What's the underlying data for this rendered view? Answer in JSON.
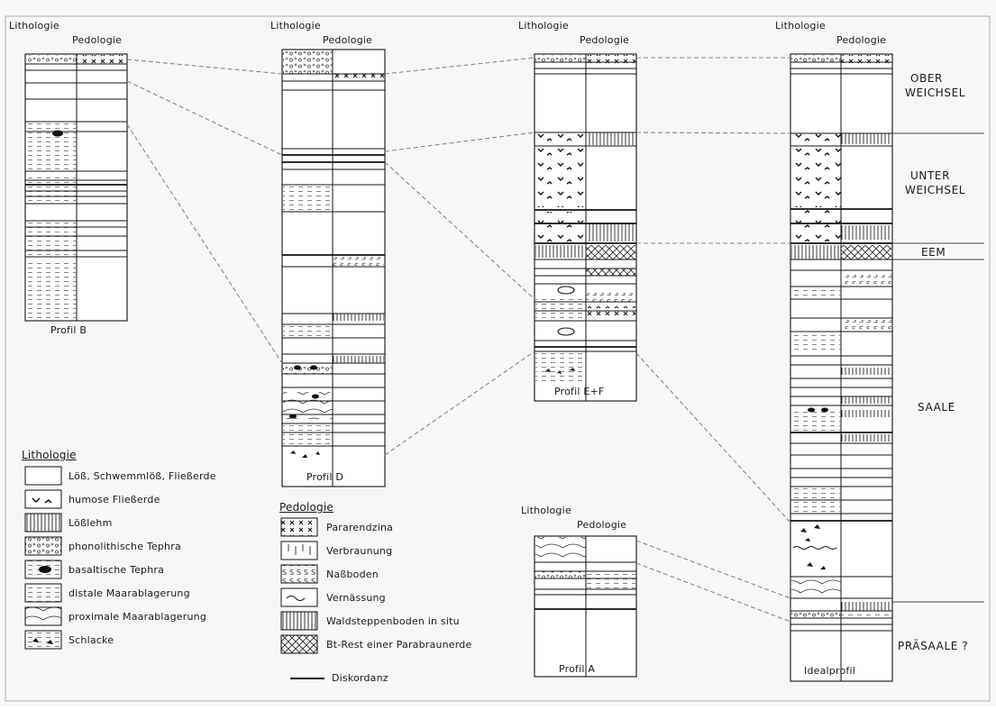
{
  "headers": {
    "lithologie": "Lithologie",
    "pedologie": "Pedologie"
  },
  "profiles": {
    "B": "Profil B",
    "D": "Profil D",
    "EF": "Profil E+F",
    "A": "Profil A",
    "ideal": "Idealprofil"
  },
  "stages": {
    "ober": [
      "OBER",
      "WEICHSEL"
    ],
    "unter": [
      "UNTER",
      "WEICHSEL"
    ],
    "eem": "EEM",
    "saale": "SAALE",
    "praesaale": "PRÄSAALE ?"
  },
  "legend_lithologie": {
    "title": "Lithologie",
    "items": [
      {
        "pattern": "blank",
        "label": "Löß, Schwemmlöß, Fließerde"
      },
      {
        "pattern": "humose",
        "label": "humose Fließerde"
      },
      {
        "pattern": "vlines",
        "label": "Lößlehm"
      },
      {
        "pattern": "circles",
        "label": "phonolithische Tephra"
      },
      {
        "pattern": "blob",
        "label": "basaltische Tephra"
      },
      {
        "pattern": "dashes",
        "label": "distale Maarablagerung"
      },
      {
        "pattern": "curves",
        "label": "proximale Maarablagerung"
      },
      {
        "pattern": "schlacke",
        "label": "Schlacke"
      }
    ]
  },
  "legend_pedologie": {
    "title": "Pedologie",
    "items": [
      {
        "pattern": "xxx",
        "label": "Pararendzina"
      },
      {
        "pattern": "verbraunung",
        "label": "Verbraunung"
      },
      {
        "pattern": "sss",
        "label": "Naßboden"
      },
      {
        "pattern": "wave",
        "label": "Vernässung"
      },
      {
        "pattern": "vlines",
        "label": "Waldsteppenboden in situ"
      },
      {
        "pattern": "cross",
        "label": "Bt-Rest einer Parabraunerde"
      }
    ],
    "line_label": "Diskordanz"
  }
}
